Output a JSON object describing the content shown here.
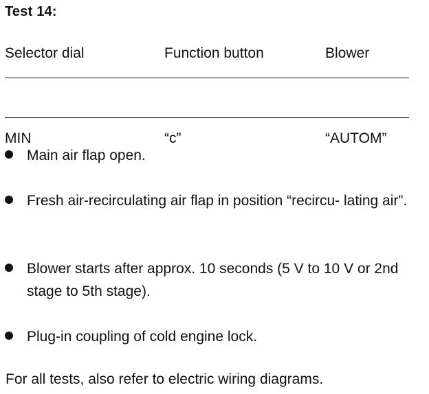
{
  "heading": "Test 14:",
  "table": {
    "headers": [
      "Selector dial",
      "Function button",
      "Blower"
    ],
    "values": [
      "MIN",
      "“c”",
      "“AUTOM”"
    ]
  },
  "bullets": [
    "Main air flap open.",
    "Fresh air-recirculating air flap in position “recircu- lating air”.",
    "Blower starts after approx. 10 seconds (5 V to 10 V or 2nd stage to 5th stage).",
    "Plug-in coupling of cold engine lock."
  ],
  "footer": "For all tests, also refer to electric wiring diagrams."
}
